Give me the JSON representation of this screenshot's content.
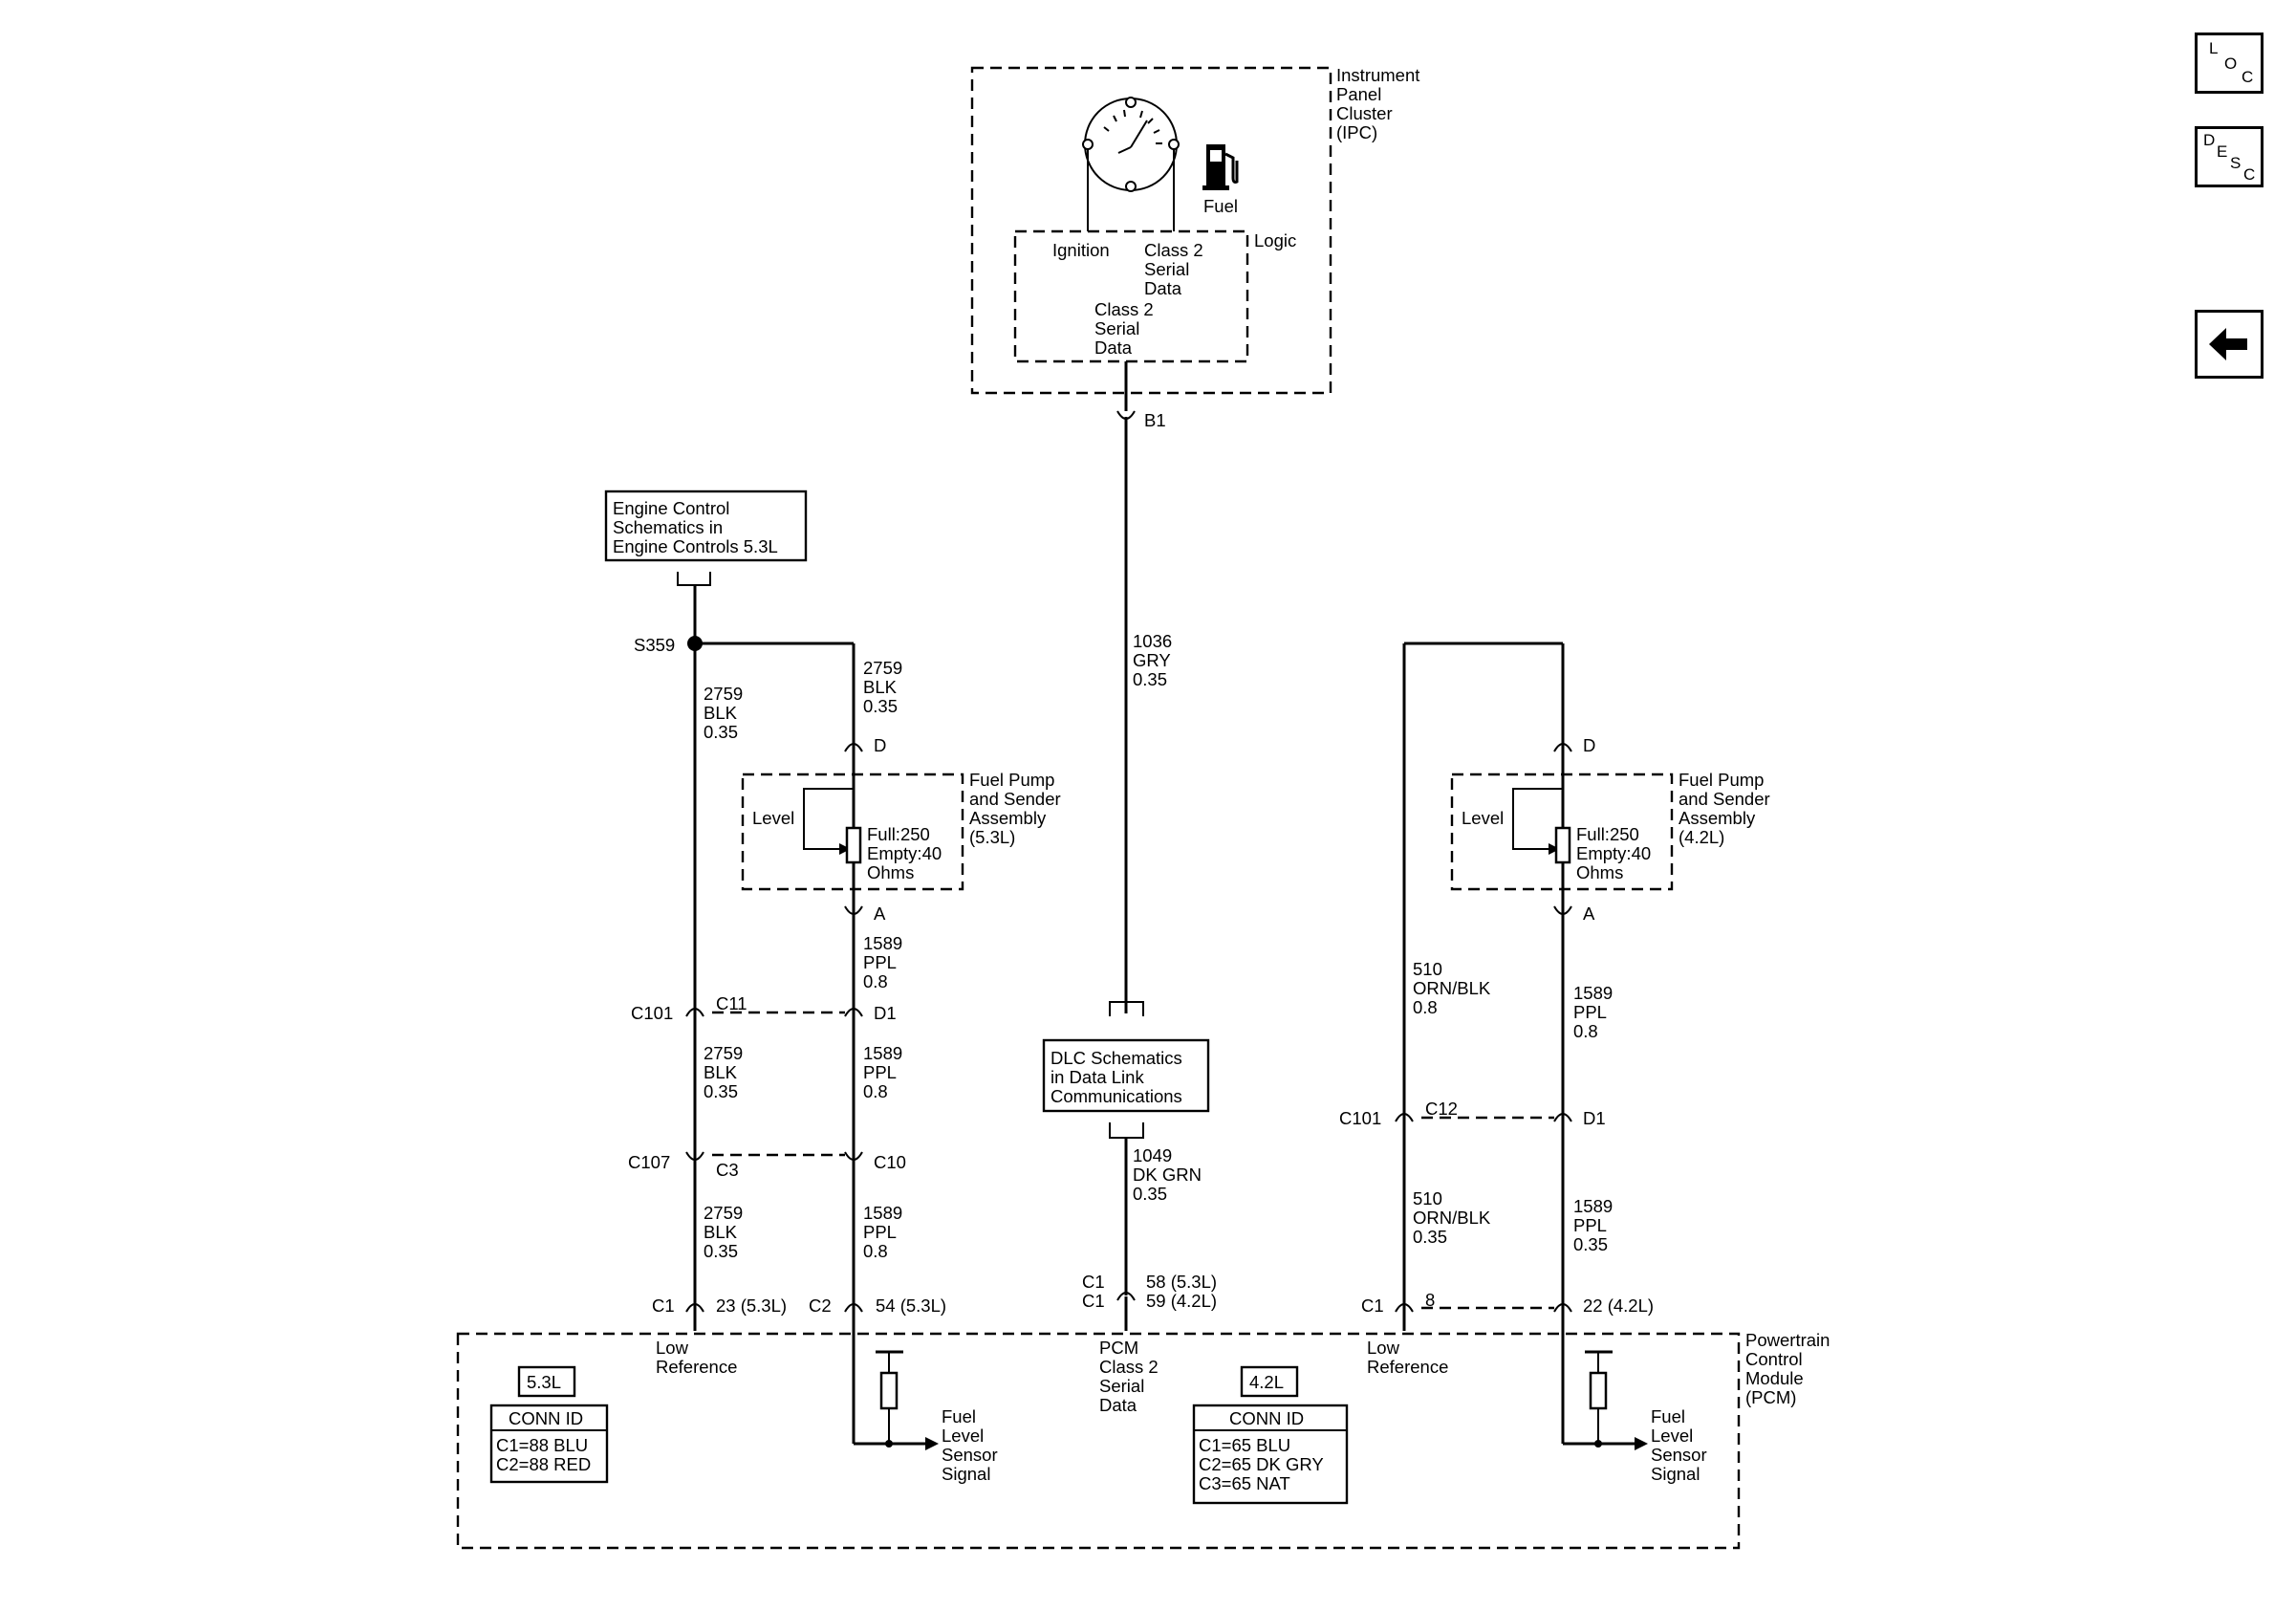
{
  "nav": {
    "loc": [
      "L",
      "O",
      "C"
    ],
    "desc": [
      "D",
      "E",
      "S",
      "C"
    ],
    "back_icon": "left-arrow-icon"
  },
  "ipc": {
    "title": [
      "Instrument",
      "Panel",
      "Cluster",
      "(IPC)"
    ],
    "gauge_icon": "fuel-gauge-icon",
    "fuel_icon": "fuel-pump-icon",
    "fuel_label": "Fuel",
    "logic_label": "Logic",
    "ignition": "Ignition",
    "class2_right": [
      "Class 2",
      "Serial",
      "Data"
    ],
    "class2_center": [
      "Class 2",
      "Serial",
      "Data"
    ],
    "pin": "B1"
  },
  "engine_ref": {
    "lines": [
      "Engine Control",
      "Schematics in",
      "Engine Controls 5.3L"
    ]
  },
  "splice": "S359",
  "dlc_ref": {
    "lines": [
      "DLC Schematics",
      "in Data Link",
      "Communications"
    ]
  },
  "left_sender": {
    "title": [
      "Fuel Pump",
      "and Sender",
      "Assembly",
      "(5.3L)"
    ],
    "level": "Level",
    "spec": [
      "Full:250",
      "Empty:40",
      "Ohms"
    ],
    "pin_top": "D",
    "pin_bottom": "A"
  },
  "right_sender": {
    "title": [
      "Fuel Pump",
      "and Sender",
      "Assembly",
      "(4.2L)"
    ],
    "level": "Level",
    "spec": [
      "Full:250",
      "Empty:40",
      "Ohms"
    ],
    "pin_top": "D",
    "pin_bottom": "A"
  },
  "wires": {
    "w_2759_a": [
      "2759",
      "BLK",
      "0.35"
    ],
    "w_2759_b": [
      "2759",
      "BLK",
      "0.35"
    ],
    "w_2759_c": [
      "2759",
      "BLK",
      "0.35"
    ],
    "w_2759_d": [
      "2759",
      "BLK",
      "0.35"
    ],
    "w_1589_a": [
      "1589",
      "PPL",
      "0.8"
    ],
    "w_1589_b": [
      "1589",
      "PPL",
      "0.8"
    ],
    "w_1589_c": [
      "1589",
      "PPL",
      "0.8"
    ],
    "w_1036": [
      "1036",
      "GRY",
      "0.35"
    ],
    "w_1049": [
      "1049",
      "DK GRN",
      "0.35"
    ],
    "w_510_a": [
      "510",
      "ORN/BLK",
      "0.8"
    ],
    "w_510_b": [
      "510",
      "ORN/BLK",
      "0.35"
    ],
    "w_1589_r1": [
      "1589",
      "PPL",
      "0.8"
    ],
    "w_1589_r2": [
      "1589",
      "PPL",
      "0.35"
    ]
  },
  "connectors": {
    "c101_left": "C101",
    "c11": "C11",
    "d1_left": "D1",
    "c107": "C107",
    "c3": "C3",
    "c10": "C10",
    "c101_right": "C101",
    "c12": "C12",
    "d1_right": "D1"
  },
  "pcm": {
    "title": [
      "Powertrain",
      "Control",
      "Module",
      "(PCM)"
    ],
    "pins": {
      "c1_left": "C1",
      "p23": "23 (5.3L)",
      "c2": "C2",
      "p54": "54 (5.3L)",
      "c1_mid_a": "C1",
      "c1_mid_b": "C1",
      "p58": "58 (5.3L)",
      "p59": "59 (4.2L)",
      "c1_right": "C1",
      "p8": "8",
      "p22": "22 (4.2L)"
    },
    "low_ref_left": [
      "Low",
      "Reference"
    ],
    "low_ref_right": [
      "Low",
      "Reference"
    ],
    "class2": [
      "PCM",
      "Class 2",
      "Serial",
      "Data"
    ],
    "fuel_signal_left": [
      "Fuel",
      "Level",
      "Sensor",
      "Signal"
    ],
    "fuel_signal_right": [
      "Fuel",
      "Level",
      "Sensor",
      "Signal"
    ],
    "id_53": {
      "badge": "5.3L",
      "head": "CONN ID",
      "rows": [
        "C1=88 BLU",
        "C2=88 RED"
      ]
    },
    "id_42": {
      "badge": "4.2L",
      "head": "CONN ID",
      "rows": [
        "C1=65 BLU",
        "C2=65 DK GRY",
        "C3=65 NAT"
      ]
    }
  }
}
